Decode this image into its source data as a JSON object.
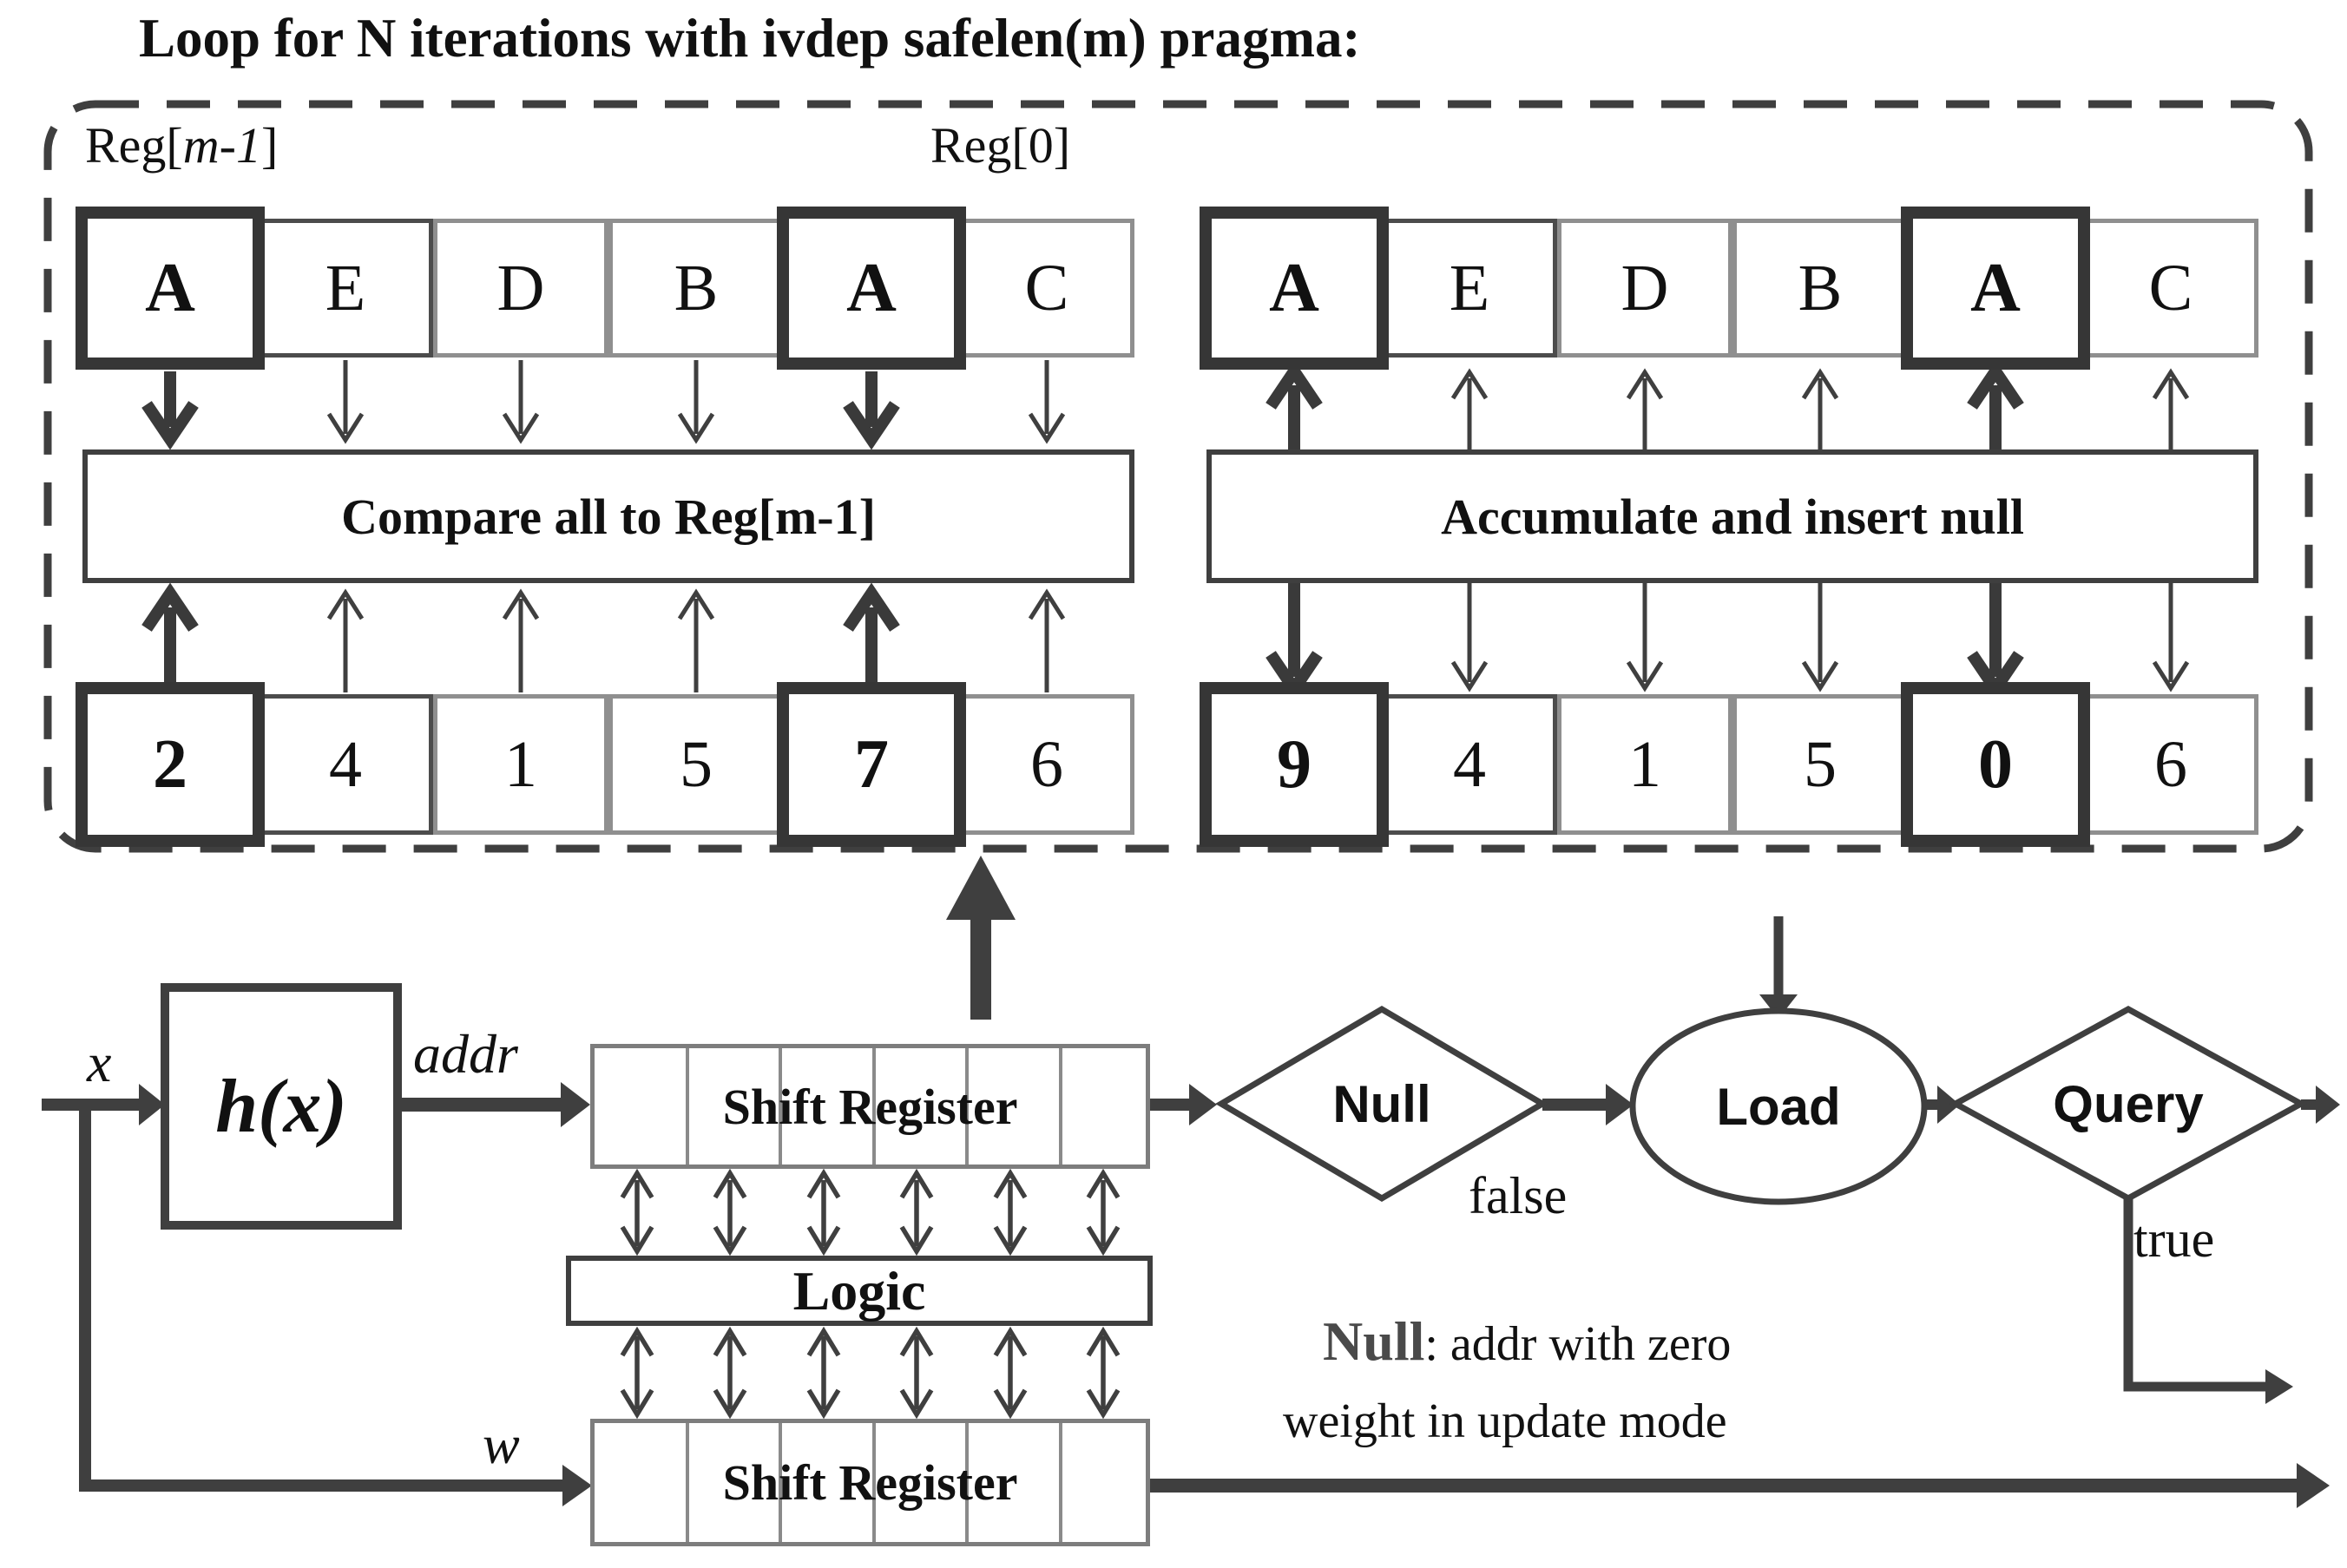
{
  "title": "Loop for N iterations with ivdep safelen(m) pragma:",
  "loop_box": {
    "reg_left_prefix": "Reg[",
    "reg_left_var": "m-1",
    "reg_left_suffix": "]",
    "reg_right": "Reg[0]",
    "compare": {
      "letters": [
        "A",
        "E",
        "D",
        "B",
        "A",
        "C"
      ],
      "box_label": "Compare all to Reg[m-1]",
      "numbers": [
        "2",
        "4",
        "1",
        "5",
        "7",
        "6"
      ]
    },
    "accumulate": {
      "letters": [
        "A",
        "E",
        "D",
        "B",
        "A",
        "C"
      ],
      "box_label": "Accumulate and insert null",
      "numbers": [
        "9",
        "4",
        "1",
        "5",
        "0",
        "6"
      ]
    }
  },
  "pipeline": {
    "input_label": "x",
    "hash_label": "h(x)",
    "addr_label": "addr",
    "weight_label": "w",
    "shift_register_top": "Shift Register",
    "logic_label": "Logic",
    "shift_register_bottom": "Shift Register",
    "null_diamond": "Null",
    "load_ellipse": "Load",
    "query_diamond": "Query",
    "false_label": "false",
    "true_label": "true",
    "note_term": "Null",
    "note_rest": ": addr with zero",
    "note_line2": "weight in update mode"
  },
  "colors": {
    "ink": "#111111",
    "line": "#3f3f3f",
    "muted_border": "#8f8f8f"
  }
}
